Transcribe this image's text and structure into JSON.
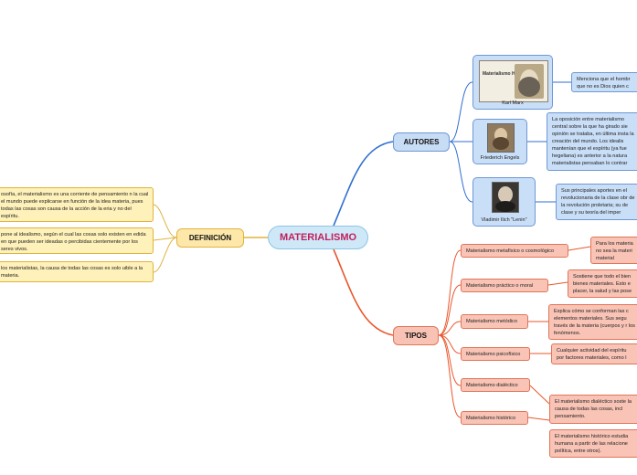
{
  "central": {
    "title": "MATERIALISMO"
  },
  "definicion": {
    "label": "DEFINICIÓN",
    "items": [
      "osofía, el materialismo es una corriente de pensamiento n la cual el mundo puede explicarse en función de la idea materia, pues todas las cosas son causa de la acción de la eria y no del espíritu.",
      "pone al idealismo, según el cual las cosas solo existen en edida en que pueden ser ideadas o percibidas cientemente por los seres vivos.",
      "los materialistas, la causa de todas las cosas es solo uible a la materia."
    ]
  },
  "autores": {
    "label": "AUTORES",
    "items": [
      {
        "name": "Karl Marx",
        "book_title": "Materialismo Histórico",
        "desc": "Menciona que el hombr que no es Dios quien c"
      },
      {
        "name": "Friederich Engels",
        "desc": "La oposición entre materialismo central sobre la que ha girado sie opinión se trataba, en última insta la creación del mundo. Los idealis mantenían que el espíritu (ya fue hegeliana) es anterior a la natura materialistas pensaban lo contrar"
      },
      {
        "name": "Vladimir Ilich \"Lenin\"",
        "desc": "Sus principales aportes en el revolucionaria de la clase obr de la revolución proletaria; su de clase y su teoría del imper"
      }
    ]
  },
  "tipos": {
    "label": "TIPOS",
    "items": [
      {
        "name": "Materialismo metafísico o cosmológico",
        "desc": "Para los materia no sea la materi material"
      },
      {
        "name": "Materialismo práctico o moral",
        "desc": "Sostiene que todo el bien bienes materiales. Esto e placer, la salud y las pose"
      },
      {
        "name": "Materialismo metódico",
        "desc": "Explica cómo se conforman las c elementos materiales. Sus segu través de la materia (cuerpos y r los fenómenos."
      },
      {
        "name": "Materialismo psicofísico",
        "desc": "Cualquier actividad del espíritu por factores materiales, como l"
      },
      {
        "name": "Materialismo dialéctico",
        "desc": "El materialismo dialéctico soste la causa de todas las cosas, incl pensamiento."
      },
      {
        "name": "Materialismo histórico",
        "desc": "El materialismo histórico estudia humana a partir de las relacione política, entre otros)."
      }
    ]
  },
  "colors": {
    "central_title": "#c0215e",
    "autores_branch": "#2f6fd1",
    "tipos_branch": "#e8572c",
    "definicion_branch": "#e0b33f"
  }
}
